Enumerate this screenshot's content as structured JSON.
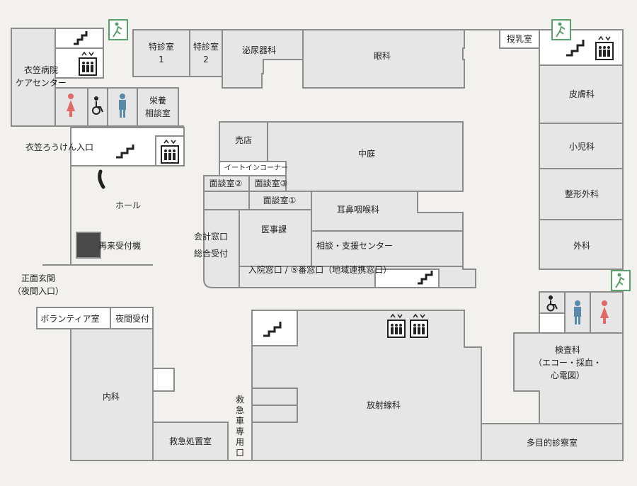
{
  "rooms": {
    "care_center": "衣笠病院\nケアセンター",
    "tokushin1": "特診室\n1",
    "tokushin2": "特診室\n2",
    "urology": "泌尿器科",
    "ophthalmology": "眼科",
    "nursing_room": "授乳室",
    "nutrition": "栄養\n相談室",
    "dermatology": "皮膚科",
    "shop": "売店",
    "courtyard": "中庭",
    "pediatrics": "小児科",
    "kinugasa_entrance": "衣笠ろうけん入口",
    "eat_in": "イートインコーナー",
    "interview2": "面談室②",
    "interview3": "面談室③",
    "orthopedics": "整形外科",
    "interview1": "面談室①",
    "ent": "耳鼻咽喉科",
    "hall": "ホール",
    "medical_affairs": "医事課",
    "accounting": "会計窓口",
    "reception_general": "総合受付",
    "consultation": "相談・支援センター",
    "surgery": "外科",
    "reentry_machine": "再来受付機",
    "admission": "入院窓口 / ⑤番窓口（地域連携窓口）",
    "main_entrance": "正面玄関\n（夜間入口）",
    "volunteer": "ボランティア室",
    "night_reception": "夜間受付",
    "internal_medicine": "内科",
    "radiology": "放射線科",
    "lab": "検査科\n（エコー・採血・心電図）",
    "emergency_only": "救急車専用口",
    "emergency_room": "救急処置室",
    "multipurpose": "多目的診察室"
  },
  "icons": [
    "stairs-icon",
    "elevator-icon",
    "emergency-exit-icon",
    "female-restroom-icon",
    "male-restroom-icon",
    "wheelchair-restroom-icon",
    "telephone-icon"
  ],
  "colors": {
    "background": "#f2f1ed",
    "room_fill": "#e6e6e6",
    "wall": "#8c8c8c",
    "exit_green": "#5aa06a",
    "female": "#e06a6a",
    "male": "#5a8aaa"
  }
}
